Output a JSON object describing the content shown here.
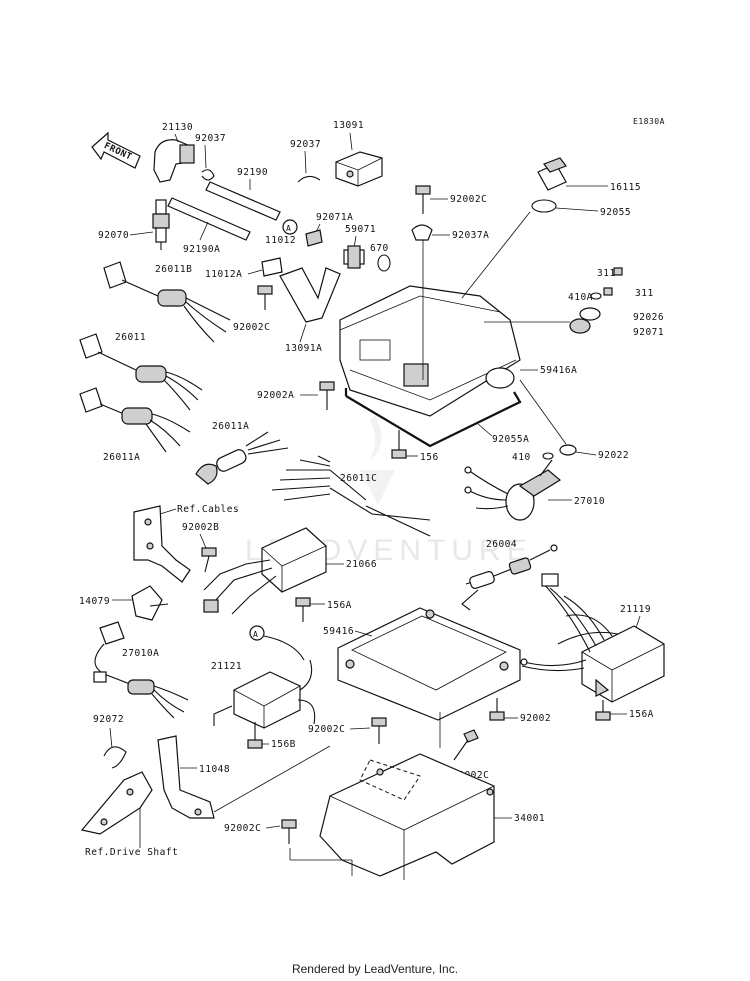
{
  "diagram_code": "E1830A",
  "front_label": "FRONT",
  "watermark": "LEADVENTURE",
  "footer": "Rendered by LeadVenture, Inc.",
  "callout_A": "A",
  "refs": {
    "cables": "Ref.Cables",
    "drive_shaft": "Ref.Drive Shaft"
  },
  "labels": {
    "p21130": "21130",
    "p92037a_top": "92037",
    "p13091": "13091",
    "p92037b": "92037",
    "p92190": "92190",
    "p92070": "92070",
    "p92190A": "92190A",
    "p92071A": "92071A",
    "p59071": "59071",
    "p670": "670",
    "p11012": "11012",
    "p11012A": "11012A",
    "p92002C_1": "92002C",
    "p13091A": "13091A",
    "p26011B": "26011B",
    "p26011": "26011",
    "p26011A_1": "26011A",
    "p26011A_2": "26011A",
    "p26011C": "26011C",
    "p92002C_top": "92002C",
    "p92037A": "92037A",
    "p16115": "16115",
    "p92055": "92055",
    "p311a": "311",
    "p311b": "311",
    "p410A": "410A",
    "p92026": "92026",
    "p92071": "92071",
    "p59416A": "59416A",
    "p92002A": "92002A",
    "p92055A": "92055A",
    "p156": "156",
    "p410": "410",
    "p92022": "92022",
    "p27010": "27010",
    "p92002B": "92002B",
    "p21066": "21066",
    "p26004": "26004",
    "p14079": "14079",
    "p156A_1": "156A",
    "p59416": "59416",
    "p21119": "21119",
    "p27010A": "27010A",
    "p21121": "21121",
    "p92002C_2": "92002C",
    "p92002": "92002",
    "p156A_2": "156A",
    "p92072": "92072",
    "p156B": "156B",
    "p11048": "11048",
    "p92002C_3": "92002C",
    "p92002C_4": "92002C",
    "p34001": "34001"
  }
}
